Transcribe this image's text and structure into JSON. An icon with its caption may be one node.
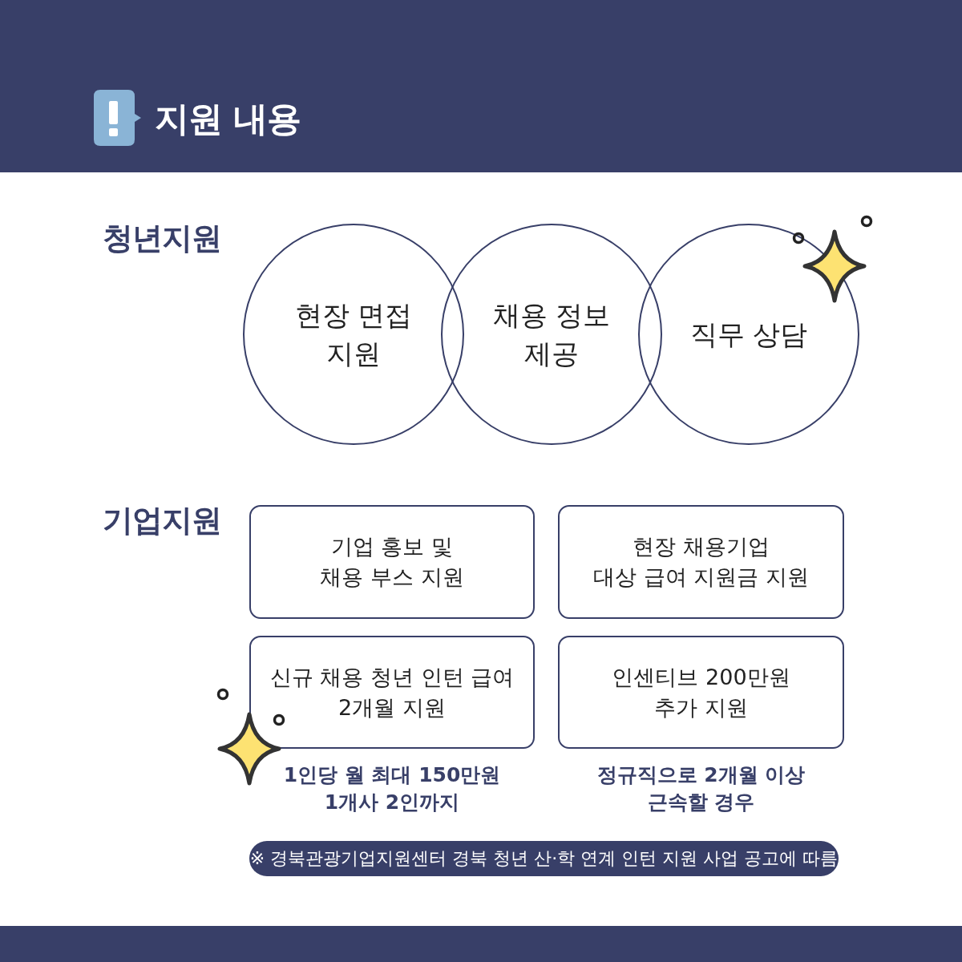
{
  "diagram": {
    "title": "지원 내용",
    "nodes": [
      {
        "text": [
          "현장 면접 지원"
        ]
      },
      {
        "text": [
          "채용 정보 제공"
        ]
      },
      {
        "text": [
          "직무 상담"
        ]
      },
      {
        "text": [
          "기업 홍보 및 채용 부스 지원"
        ]
      },
      {
        "text": [
          "현장 채용기업 대상 급여 지원금 지원"
        ]
      },
      {
        "text": [
          "신규 채용 청년 인턴 급여 2개월 지원"
        ],
        "beside": [
          "1인당 월 최대 150만원 1개사 2인까지"
        ]
      },
      {
        "text": [
          "인센티브 200만원 추가 지원"
        ],
        "beside": [
          "정규직으로 2개월 이상 근속할 경우"
        ]
      },
      {
        "text": [
          "※ 경북관광기업지원센터 경북 청년 산·학 연계 인턴 지원 사업 공고에 따름"
        ]
      }
    ],
    "labels": [
      "청년지원",
      "기업지원"
    ]
  }
}
